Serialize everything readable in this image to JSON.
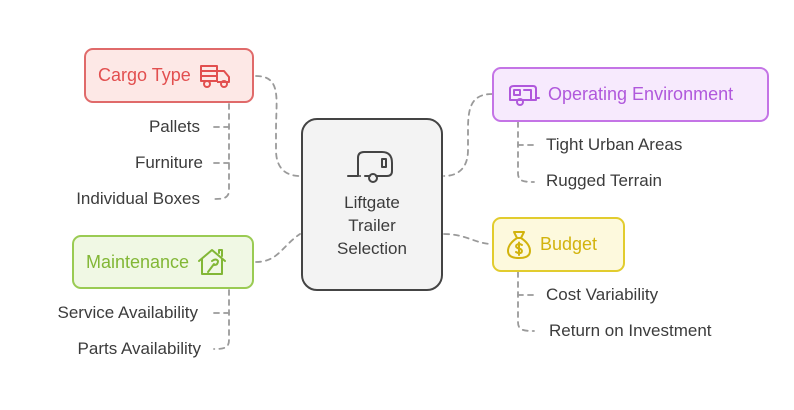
{
  "center": {
    "title": "Liftgate\nTrailer\nSelection",
    "icon": "trailer-icon"
  },
  "topics": {
    "cargo": {
      "label": "Cargo Type",
      "icon": "cargo-truck-icon",
      "color": "#e24f4f",
      "items": [
        "Pallets",
        "Furniture",
        "Individual Boxes"
      ]
    },
    "maintenance": {
      "label": "Maintenance",
      "icon": "house-wrench-icon",
      "color": "#82b736",
      "items": [
        "Service Availability",
        "Parts Availability"
      ]
    },
    "operating": {
      "label": "Operating Environment",
      "icon": "camper-trailer-icon",
      "color": "#b058dc",
      "items": [
        "Tight Urban Areas",
        "Rugged Terrain"
      ]
    },
    "budget": {
      "label": "Budget",
      "icon": "money-bag-icon",
      "color": "#d2b30d",
      "items": [
        "Cost Variability",
        "Return on Investment"
      ]
    }
  }
}
